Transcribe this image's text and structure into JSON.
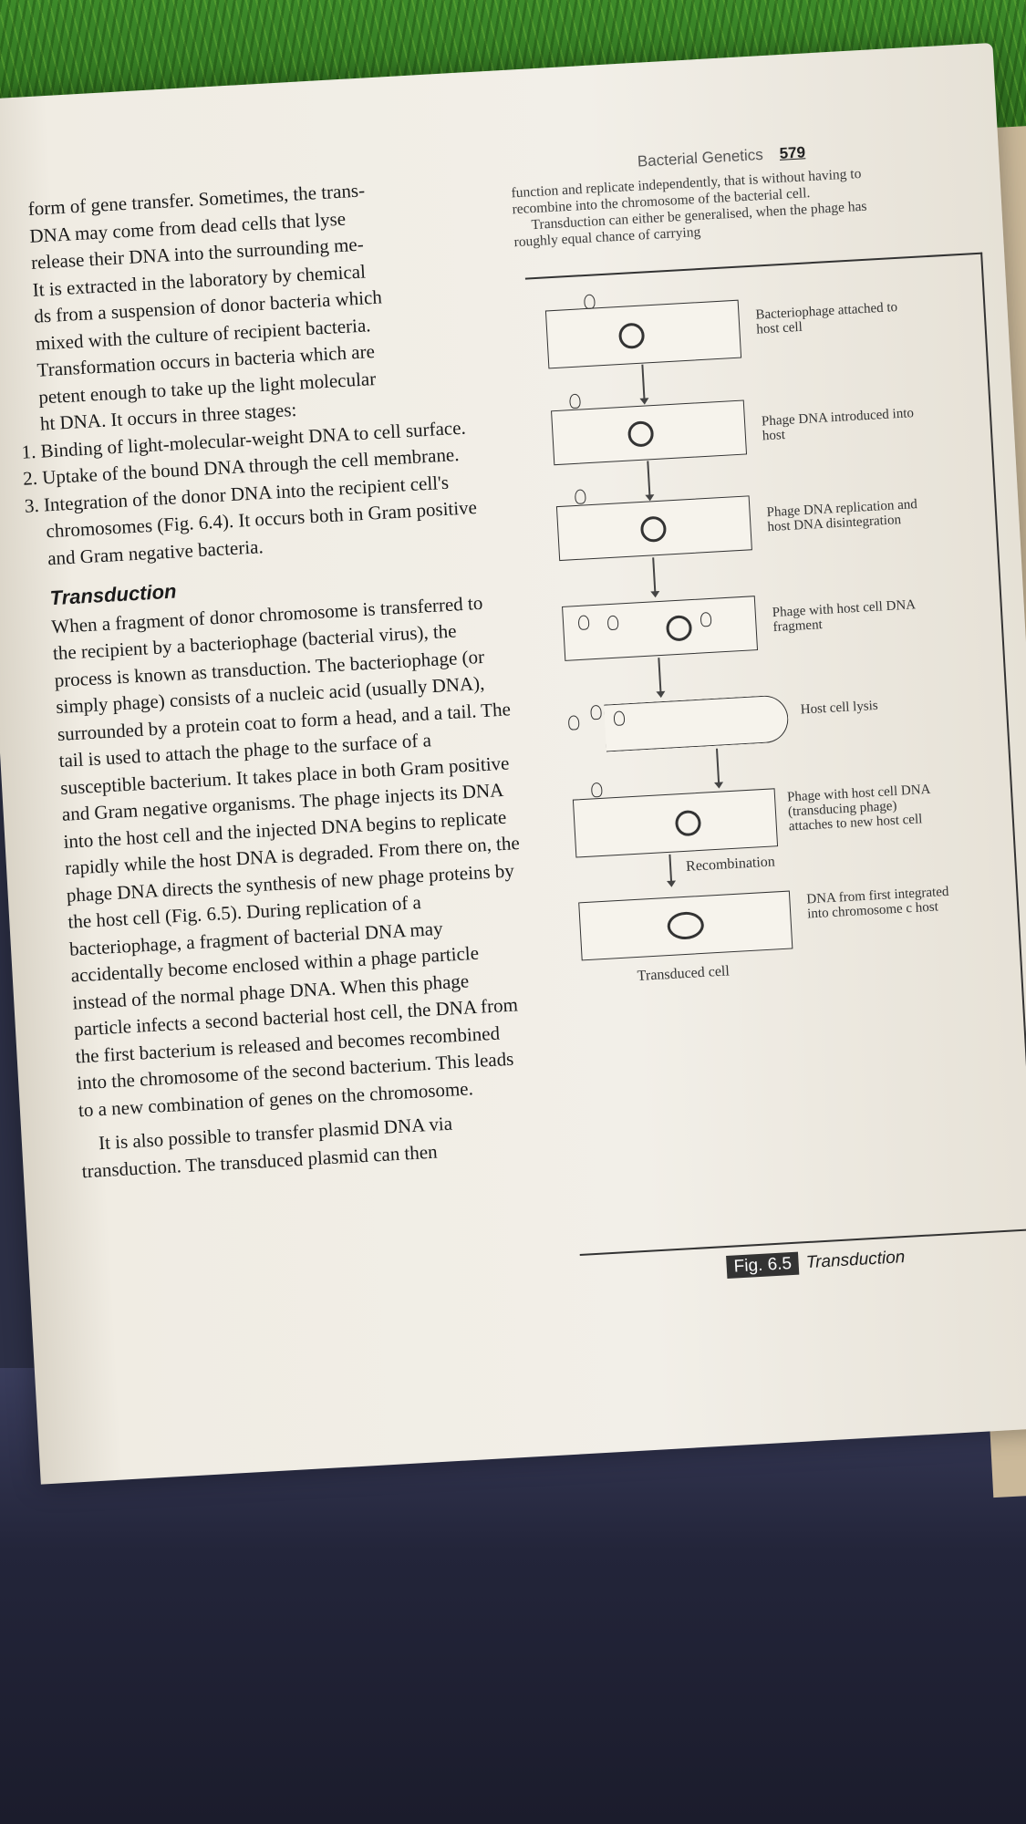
{
  "header": {
    "section": "Bacterial Genetics",
    "page": "579"
  },
  "left": {
    "lines": [
      "form of gene transfer. Sometimes, the trans-",
      "DNA may come from dead cells that lyse",
      "release their DNA into the surrounding me-",
      "It is extracted in the laboratory by chemical",
      "ds from a suspension of donor bacteria which",
      "mixed with the culture of recipient bacteria.",
      "Transformation occurs in bacteria which are",
      "petent enough to take up the light molecular",
      "ht DNA. It occurs in three stages:"
    ],
    "stages": [
      "1. Binding of light-molecular-weight DNA to cell surface.",
      "2. Uptake of the bound DNA through the cell membrane.",
      "3. Integration of the donor DNA into the recipient cell's chromosomes (Fig. 6.4). It occurs both in Gram positive and Gram negative bacteria."
    ],
    "heading": "Transduction",
    "paragraph": "When a fragment of donor chromosome is transferred to the recipient by a bacteriophage (bacterial virus), the process is known as transduction. The bacteriophage (or simply phage) consists of a nucleic acid (usually DNA), surrounded by a protein coat to form a head, and a tail. The tail is used to attach the phage to the surface of a susceptible bacterium. It takes place in both Gram positive and Gram negative organisms. The phage injects its DNA into the host cell and the injected DNA begins to replicate rapidly while the host DNA is degraded. From there on, the phage DNA directs the synthesis of new phage proteins by the host cell (Fig. 6.5). During replication of a bacteriophage, a fragment of bacterial DNA may accidentally become enclosed within a phage particle instead of the normal phage DNA. When this phage particle infects a second bacterial host cell, the DNA from the first bacterium is released and becomes recombined into the chromosome of the second bacterium. This leads to a new combination of genes on the chromosome.",
    "paragraph2": "It is also possible to transfer plasmid DNA via transduction. The transduced plasmid can then"
  },
  "right": {
    "text": "function and replicate independently, that is without having to recombine into the chromosome of the bacterial cell.",
    "text2": "Transduction can either be generalised, when the phage has roughly equal chance of carrying"
  },
  "figure": {
    "labels": [
      "Bacteriophage attached to host cell",
      "Phage DNA introduced into host",
      "Phage DNA replication and host DNA disintegration",
      "Phage with host cell DNA fragment",
      "Host cell lysis",
      "Phage with host cell DNA (transducing phage) attaches to new host cell",
      "DNA from first integrated into chromosome c host"
    ],
    "recombination": "Recombination",
    "transduced": "Transduced cell",
    "caption_num": "Fig. 6.5",
    "caption_text": "Transduction"
  }
}
